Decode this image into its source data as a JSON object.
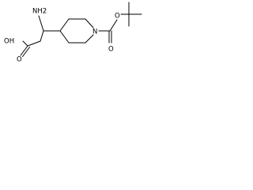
{
  "molecule": {
    "atom_labels": {
      "amine": "NH2",
      "acid_hydroxyl": "OH",
      "acid_carbonyl": "O",
      "ring_nitrogen": "N",
      "boc_carbonyl": "O",
      "boc_ester_oxygen": "O"
    },
    "functional_groups": [
      "amino",
      "carboxylic-acid",
      "piperidine",
      "tert-butoxycarbonyl"
    ]
  }
}
